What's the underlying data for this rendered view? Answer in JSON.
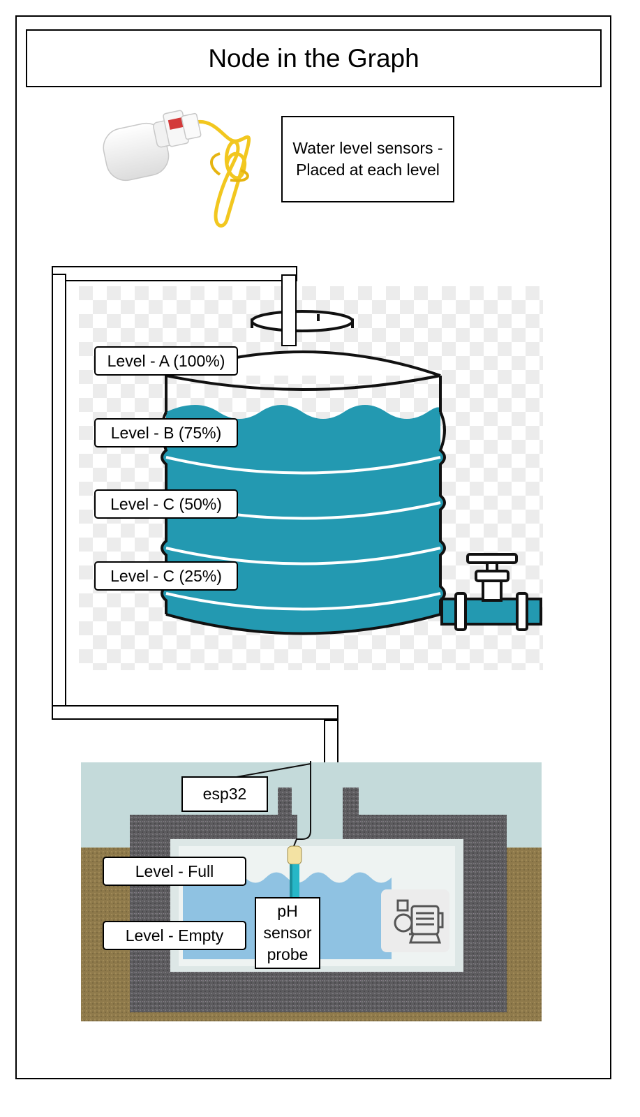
{
  "title": "Node in the Graph",
  "sensor_note": {
    "line1": "Water level sensors -",
    "line2": "Placed at each level"
  },
  "tank_levels": [
    {
      "label": "Level - A (100%)"
    },
    {
      "label": "Level - B (75%)"
    },
    {
      "label": "Level - C (50%)"
    },
    {
      "label": "Level - C (25%)"
    }
  ],
  "sump": {
    "controller_label": "esp32",
    "level_full_label": "Level - Full",
    "level_empty_label": "Level - Empty",
    "probe_label": "pH sensor probe"
  },
  "colors": {
    "tank_water": "#2399b1",
    "sump_water": "#8fc2e2",
    "soil": "#8f7a4b",
    "concrete": "#5d5c5f",
    "sky": "#c4dada",
    "float_wire": "#f2c71f",
    "probe": "#27b7c7"
  },
  "icons": [
    "float-sensor-icon",
    "water-tank-icon",
    "valve-icon",
    "pump-icon",
    "ph-probe-icon"
  ]
}
